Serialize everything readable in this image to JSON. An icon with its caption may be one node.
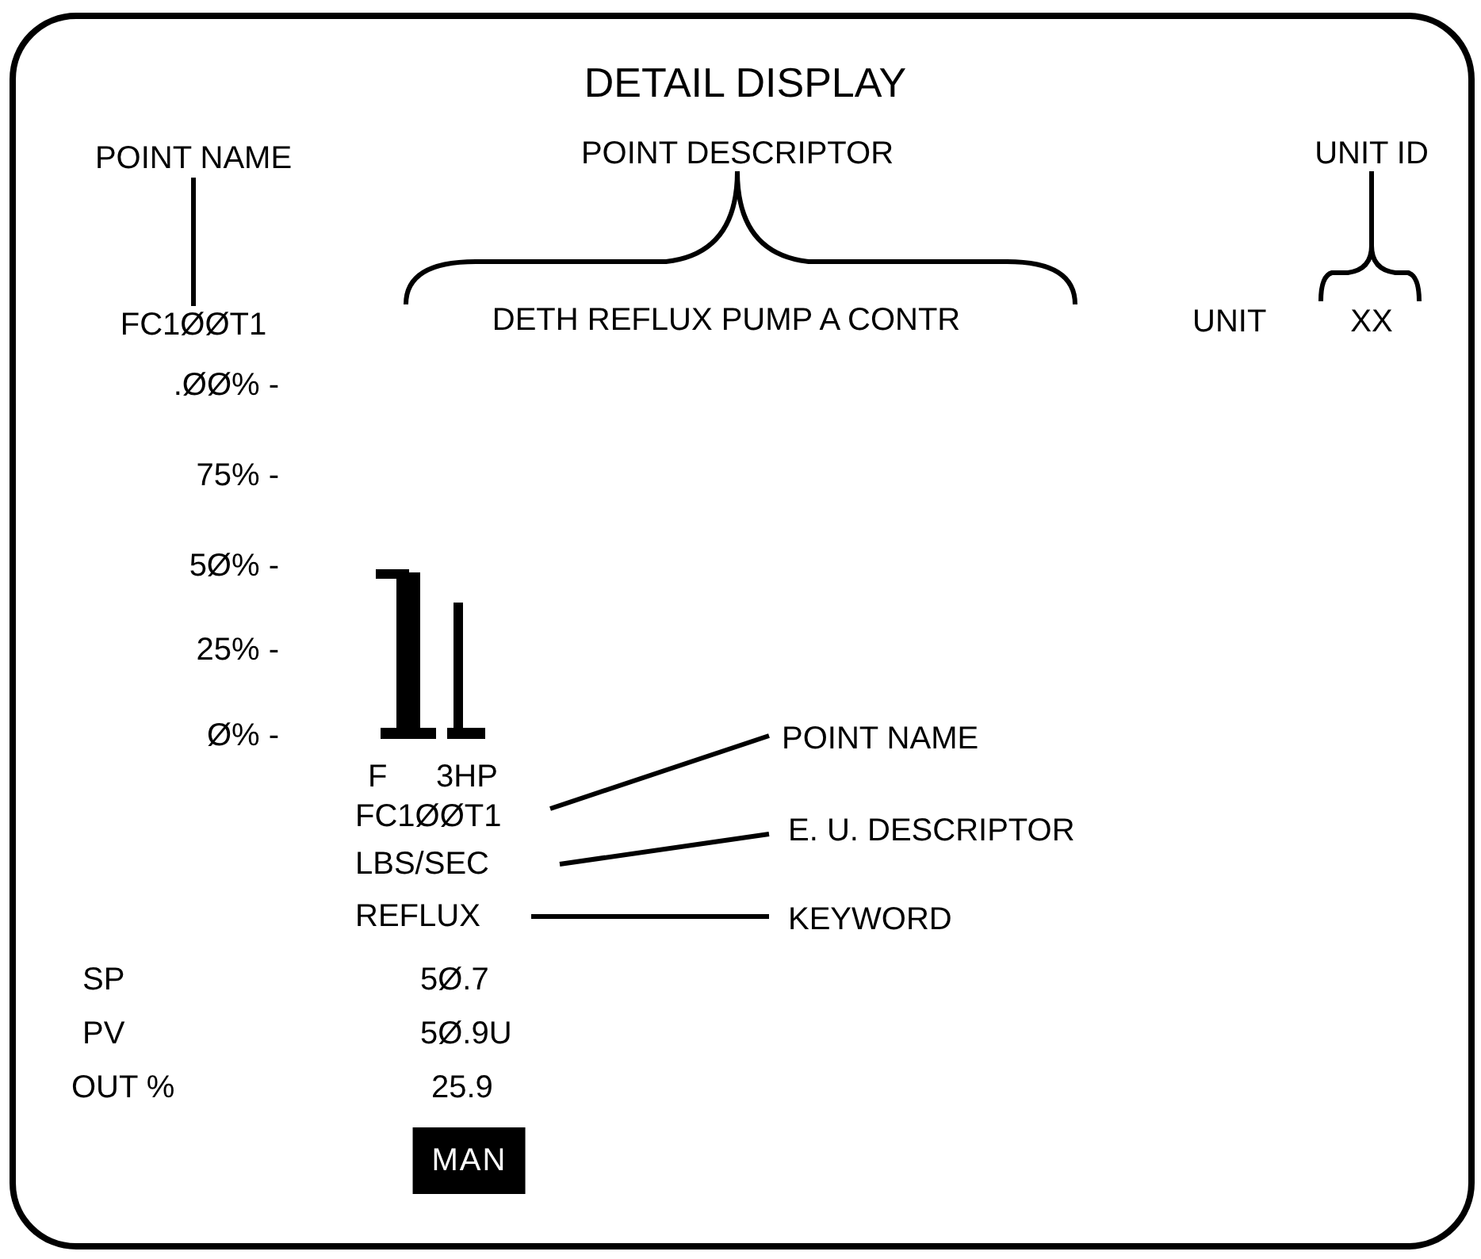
{
  "diagram": {
    "title": "DETAIL DISPLAY",
    "nodes": [
      {
        "text": [
          "POINT NAME"
        ]
      },
      {
        "text": [
          "FC1ØØT1"
        ]
      },
      {
        "text": [
          "POINT DESCRIPTOR"
        ]
      },
      {
        "text": [
          "DETH REFLUX PUMP A CONTR"
        ]
      },
      {
        "text": [
          "UNIT ID"
        ]
      },
      {
        "text": [
          "XX"
        ]
      },
      {
        "text": [
          "FC1ØØT1"
        ]
      },
      {
        "text": [
          "POINT NAME"
        ]
      },
      {
        "text": [
          "LBS/SEC"
        ]
      },
      {
        "text": [
          "E. U. DESCRIPTOR"
        ]
      },
      {
        "text": [
          "REFLUX"
        ]
      },
      {
        "text": [
          "KEYWORD"
        ]
      },
      {
        "text": [
          "MAN"
        ]
      }
    ],
    "edges": [
      {
        "from": 0,
        "to": 1,
        "arrow": "none"
      },
      {
        "from": 2,
        "to": 3,
        "arrow": "none"
      },
      {
        "from": 4,
        "to": 5,
        "arrow": "none"
      },
      {
        "from": 7,
        "to": 6,
        "arrow": "none"
      },
      {
        "from": 9,
        "to": 8,
        "arrow": "none"
      },
      {
        "from": 11,
        "to": 10,
        "arrow": "none"
      }
    ],
    "labels": [
      "UNIT",
      ".ØØ% -",
      "75% -",
      "5Ø% -",
      "25% -",
      "Ø% -",
      "F",
      "3HP",
      "SP",
      "5Ø.7",
      "PV",
      "5Ø.9U",
      "OUT %",
      "25.9"
    ]
  }
}
